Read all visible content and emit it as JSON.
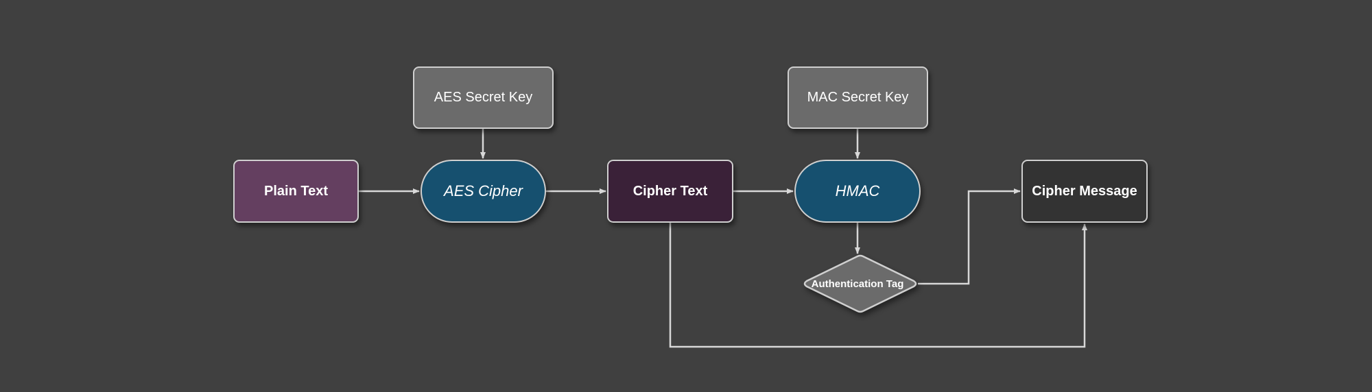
{
  "diagram": {
    "nodes": {
      "aes_secret_key": {
        "label": "AES Secret Key",
        "color": "#6b6b6b"
      },
      "mac_secret_key": {
        "label": "MAC Secret Key",
        "color": "#6b6b6b"
      },
      "plain_text": {
        "label": "Plain Text",
        "color": "#643f60"
      },
      "aes_cipher": {
        "label": "AES Cipher",
        "color": "#16506f"
      },
      "cipher_text": {
        "label": "Cipher Text",
        "color": "#3a2138"
      },
      "hmac": {
        "label": "HMAC",
        "color": "#16506f"
      },
      "cipher_message": {
        "label": "Cipher Message",
        "color": "#333333"
      },
      "authentication_tag": {
        "label": "Authentication Tag",
        "color": "#6b6b6b"
      }
    },
    "edges": [
      {
        "from": "plain_text",
        "to": "aes_cipher"
      },
      {
        "from": "aes_secret_key",
        "to": "aes_cipher"
      },
      {
        "from": "aes_cipher",
        "to": "cipher_text"
      },
      {
        "from": "cipher_text",
        "to": "hmac"
      },
      {
        "from": "mac_secret_key",
        "to": "hmac"
      },
      {
        "from": "hmac",
        "to": "authentication_tag"
      },
      {
        "from": "authentication_tag",
        "to": "cipher_message"
      },
      {
        "from": "cipher_text",
        "to": "cipher_message"
      }
    ],
    "edge_color": "#d8d8d8"
  }
}
